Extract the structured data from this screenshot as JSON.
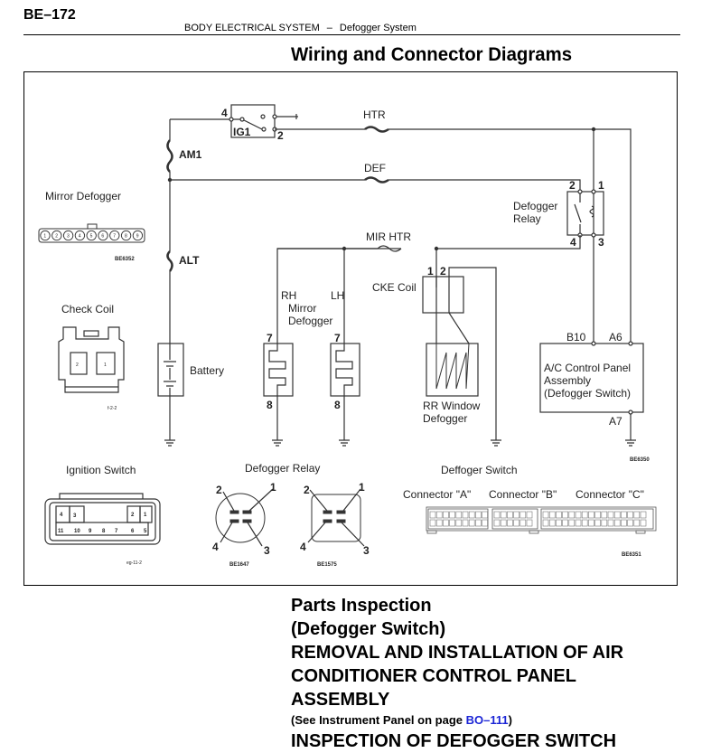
{
  "header": {
    "page_number": "BE–172",
    "section": "BODY ELECTRICAL SYSTEM",
    "separator": "–",
    "subsection": "Defogger System"
  },
  "main_title": "Wiring and Connector Diagrams",
  "diagram": {
    "wiring": {
      "ignition_switch": {
        "label": "IG1",
        "pin_in": "4",
        "pin_out": "2"
      },
      "fuses": {
        "am1": "AM1",
        "alt": "ALT",
        "htr": "HTR",
        "def": "DEF",
        "mir_htr": "MIR HTR"
      },
      "battery": "Battery",
      "defogger_relay": {
        "label_line1": "Defogger",
        "label_line2": "Relay",
        "pins": [
          "1",
          "2",
          "3",
          "4"
        ]
      },
      "mirror_defogger": {
        "rh": "RH",
        "lh": "LH",
        "label_line1": "Mirror",
        "label_line2": "Defogger",
        "pin_top": "7",
        "pin_bottom": "8"
      },
      "cke_coil": {
        "label": "CKE Coil",
        "pins": [
          "1",
          "2"
        ]
      },
      "rr_window_defogger": {
        "label_line1": "RR Window",
        "label_line2": "Defogger"
      },
      "ac_panel": {
        "label_line1": "A/C Control Panel",
        "label_line2": "Assembly",
        "label_line3": "(Defogger Switch)",
        "pins": {
          "b10": "B10",
          "a6": "A6",
          "a7": "A7"
        }
      },
      "figure_code": "BE6350"
    },
    "connectors": {
      "mirror_defogger": {
        "title": "Mirror Defogger",
        "pins": [
          "1",
          "2",
          "3",
          "4",
          "5",
          "6",
          "7",
          "8",
          "9"
        ],
        "code": "BE6352"
      },
      "check_coil": {
        "title": "Check Coil",
        "pins": [
          "2",
          "1"
        ],
        "code": "f-2-2"
      },
      "ignition_switch": {
        "title": "Ignition Switch",
        "top_pins": [
          "4",
          "3",
          "2",
          "1"
        ],
        "bottom_pins": [
          "11",
          "10",
          "9",
          "8",
          "7",
          "6",
          "5"
        ],
        "code": "eg-11-2"
      },
      "defogger_relay": {
        "title": "Defogger Relay",
        "pins": [
          "2",
          "1",
          "4",
          "3"
        ],
        "code_left": "BE1647",
        "code_right": "BE1575"
      },
      "defogger_switch": {
        "title": "Deffoger Switch",
        "connector_a": "Connector \"A\"",
        "connector_b": "Connector \"B\"",
        "connector_c": "Connector \"C\"",
        "code": "BE6351"
      }
    }
  },
  "bottom": {
    "heading1": "Parts Inspection",
    "heading2": "(Defogger Switch)",
    "heading3_line1": "REMOVAL AND INSTALLATION OF AIR",
    "heading3_line2": "CONDITIONER CONTROL PANEL",
    "heading3_line3": "ASSEMBLY",
    "note_prefix": "(See Instrument Panel on page ",
    "note_link": "BO–111",
    "note_suffix": ")",
    "heading4": "INSPECTION OF DEFOGGER SWITCH"
  }
}
